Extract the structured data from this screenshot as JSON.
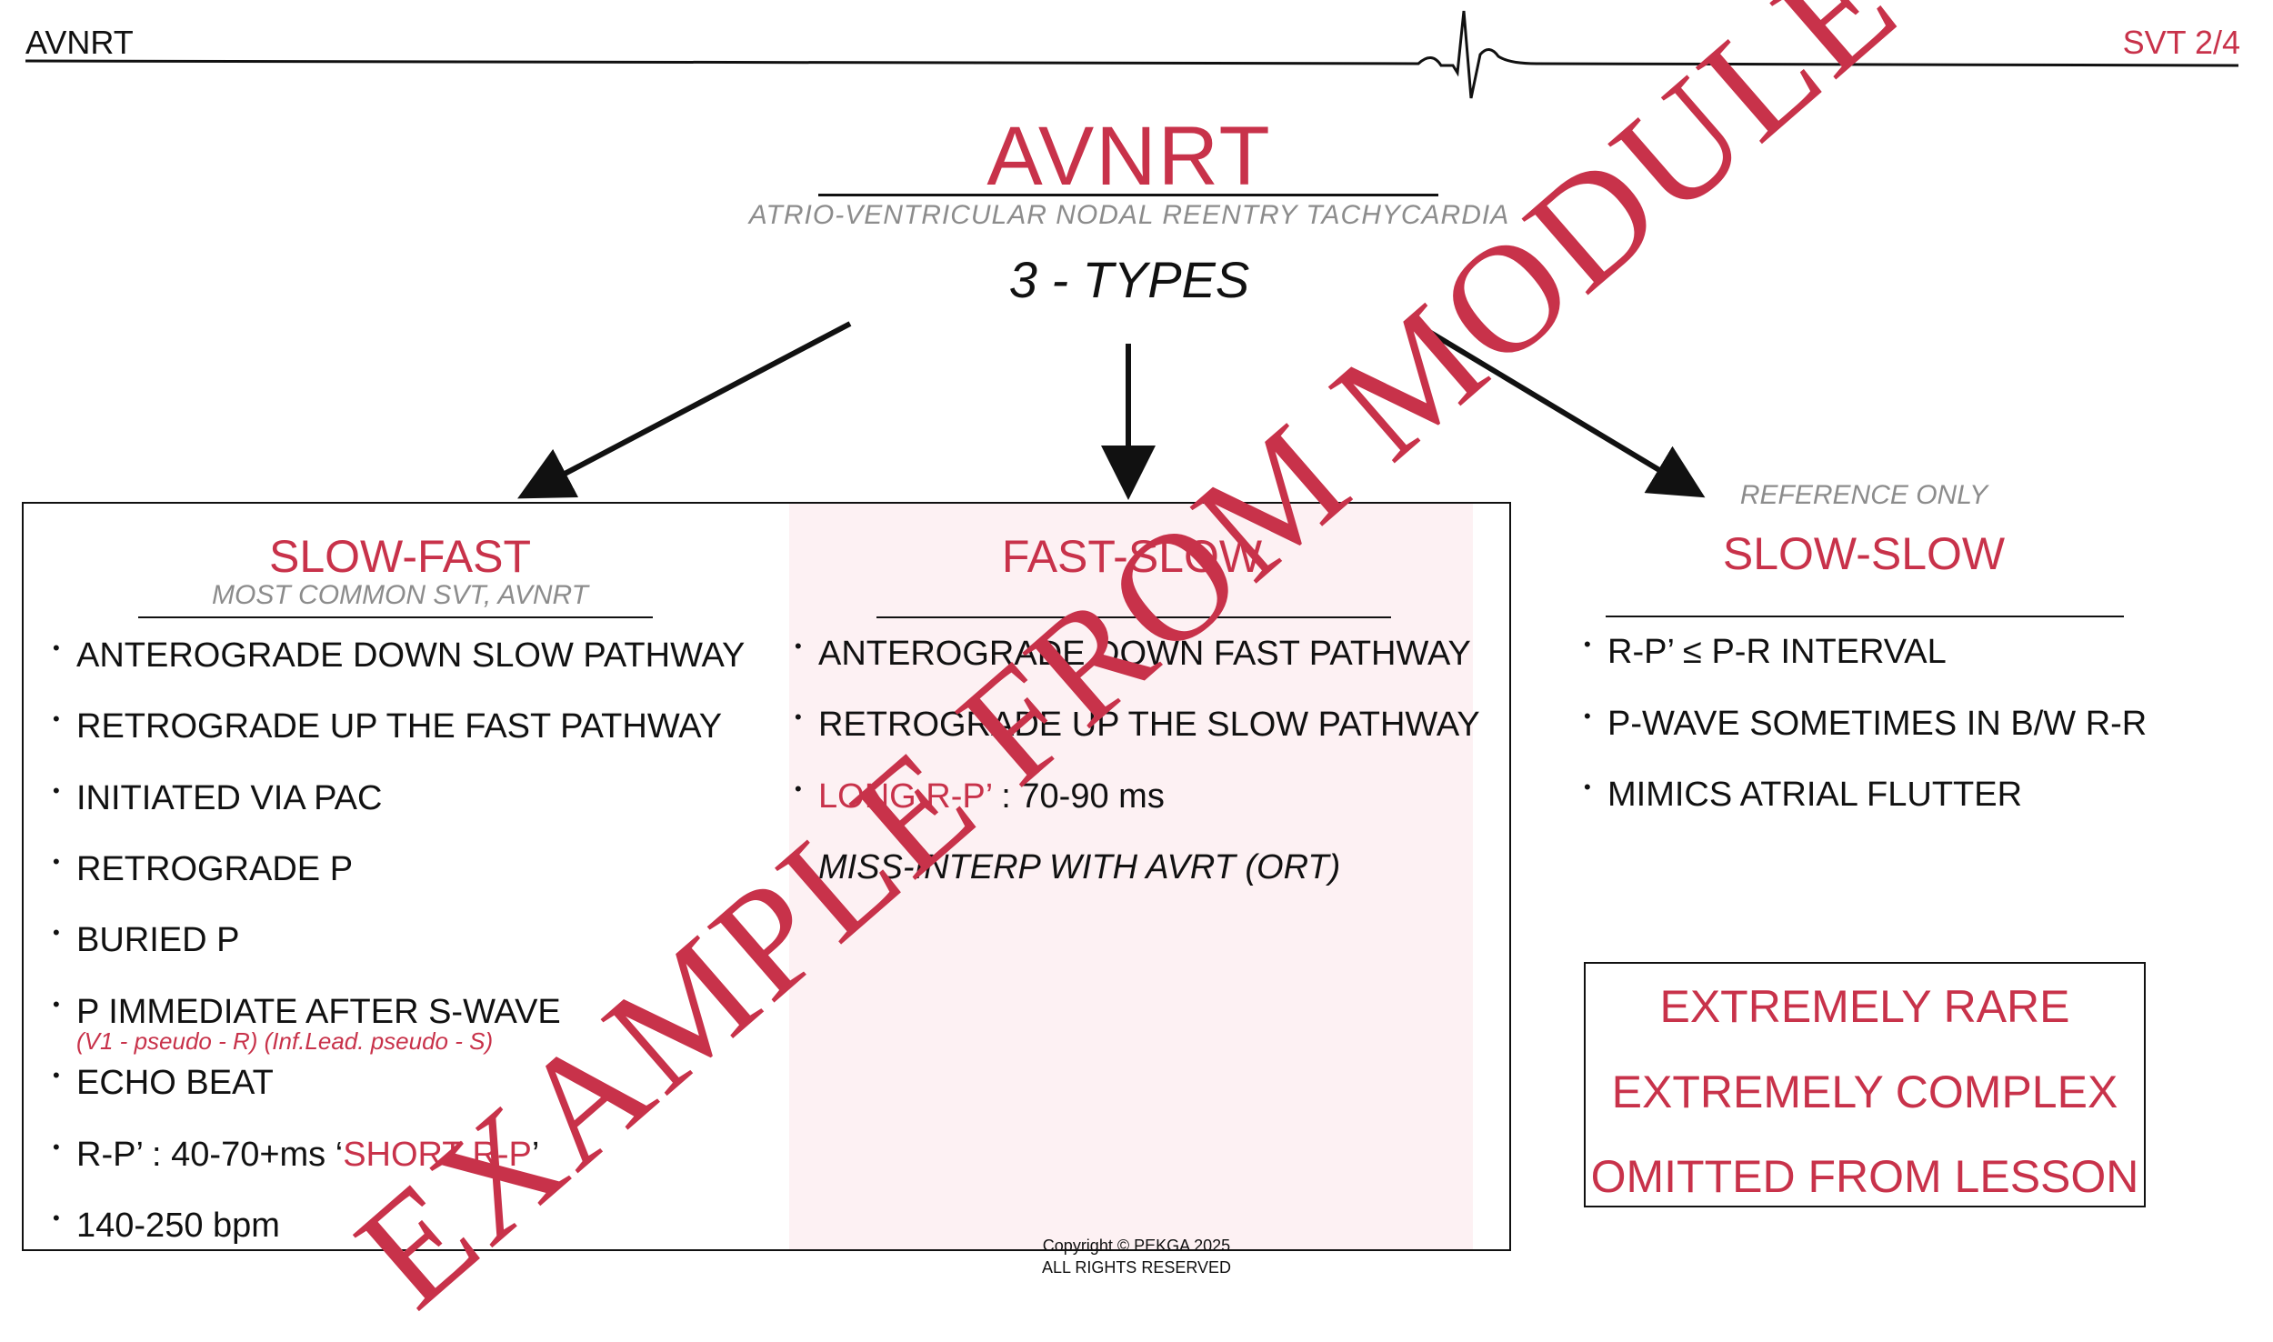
{
  "header": {
    "left": "AVNRT",
    "right": "SVT 2/4"
  },
  "title": "AVNRT",
  "subtitle": "ATRIO-VENTRICULAR NODAL REENTRY TACHYCARDIA",
  "types_label": "3 - TYPES",
  "columns": {
    "slow_fast": {
      "title": "SLOW-FAST",
      "subtitle": "MOST COMMON SVT, AVNRT",
      "items": [
        "ANTEROGRADE DOWN SLOW PATHWAY",
        "RETROGRADE UP THE FAST PATHWAY",
        "INITIATED VIA PAC",
        "RETROGRADE P",
        "BURIED P",
        "P IMMEDIATE AFTER S-WAVE",
        "ECHO BEAT",
        "R-P’ : 40-70+ms  ‘",
        "140-250 bpm"
      ],
      "note": "(V1 - pseudo - R) (Inf.Lead. pseudo - S)",
      "short_rp": "SHORT R-P",
      "short_rp_close": "’"
    },
    "fast_slow": {
      "title": "FAST-SLOW",
      "items": [
        "ANTEROGRADE DOWN FAST PATHWAY",
        "RETROGRADE UP THE SLOW PATHWAY"
      ],
      "long_rp": "LONG R-P’",
      "long_rp_rest": ": 70-90 ms",
      "misinterp": "MISS-INTERP WITH AVRT (ORT)"
    },
    "slow_slow": {
      "reference": "REFERENCE ONLY",
      "title": "SLOW-SLOW",
      "items": [
        "R-P’ ≤ P-R INTERVAL",
        "P-WAVE SOMETIMES IN B/W R-R",
        "MIMICS ATRIAL FLUTTER"
      ]
    }
  },
  "rare_box": [
    "EXTREMELY RARE",
    "EXTREMELY COMPLEX",
    "OMITTED FROM LESSON"
  ],
  "copyright": [
    "Copyright © PEKGA 2025",
    "ALL RIGHTS RESERVED"
  ],
  "watermark": "EXAMPLE FROM MODULE",
  "colors": {
    "accent": "#c8324a",
    "muted": "#8c8c8c",
    "pink_panel": "#fdf1f3"
  }
}
